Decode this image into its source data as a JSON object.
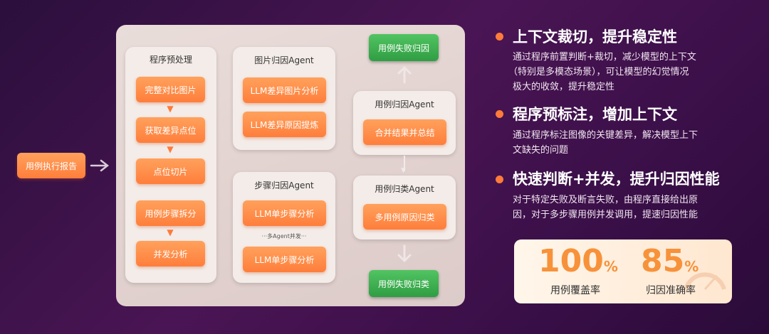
{
  "entry": {
    "label": "用例执行报告"
  },
  "preprocess": {
    "title": "程序预处理",
    "steps": [
      "完整对比图片",
      "获取差异点位",
      "点位切片",
      "用例步骤拆分",
      "并发分析"
    ]
  },
  "image_agent": {
    "title": "图片归因Agent",
    "steps": [
      "LLM差异图片分析",
      "LLM差异原因提炼"
    ]
  },
  "step_agent": {
    "title": "步骤归因Agent",
    "steps": [
      "LLM单步骤分析",
      "LLM单步骤分析"
    ],
    "note": "···多Agent并发···"
  },
  "case_agent": {
    "title": "用例归因Agent",
    "step": "合并结果并总结"
  },
  "class_agent": {
    "title": "用例归类Agent",
    "step": "多用例原因归类"
  },
  "outputs": {
    "top": "用例失败归因",
    "bottom": "用例失败归类"
  },
  "points": [
    {
      "title": "上下文裁切，提升稳定性",
      "desc": [
        "通过程序前置判断+裁切，减少模型的上下文",
        "（特别是多模态场景），可让模型的幻觉情况",
        "极大的收敛，提升稳定性"
      ]
    },
    {
      "title": "程序预标注，增加上下文",
      "desc": [
        "通过程序标注图像的关键差异，解决模型上下",
        "文缺失的问题"
      ]
    },
    {
      "title": "快速判断+并发，提升归因性能",
      "desc": [
        "对于特定失败及断言失败，由程序直接给出原",
        "因，对于多步骤用例并发调用，提速归因性能"
      ]
    }
  ],
  "stats": [
    {
      "value": "100",
      "unit": "%",
      "label": "用例覆盖率"
    },
    {
      "value": "85",
      "unit": "%",
      "label": "归因准确率"
    }
  ],
  "colors": {
    "accent": "#ff7b3a",
    "green": "#3fae52",
    "bg": "#3a1148"
  }
}
